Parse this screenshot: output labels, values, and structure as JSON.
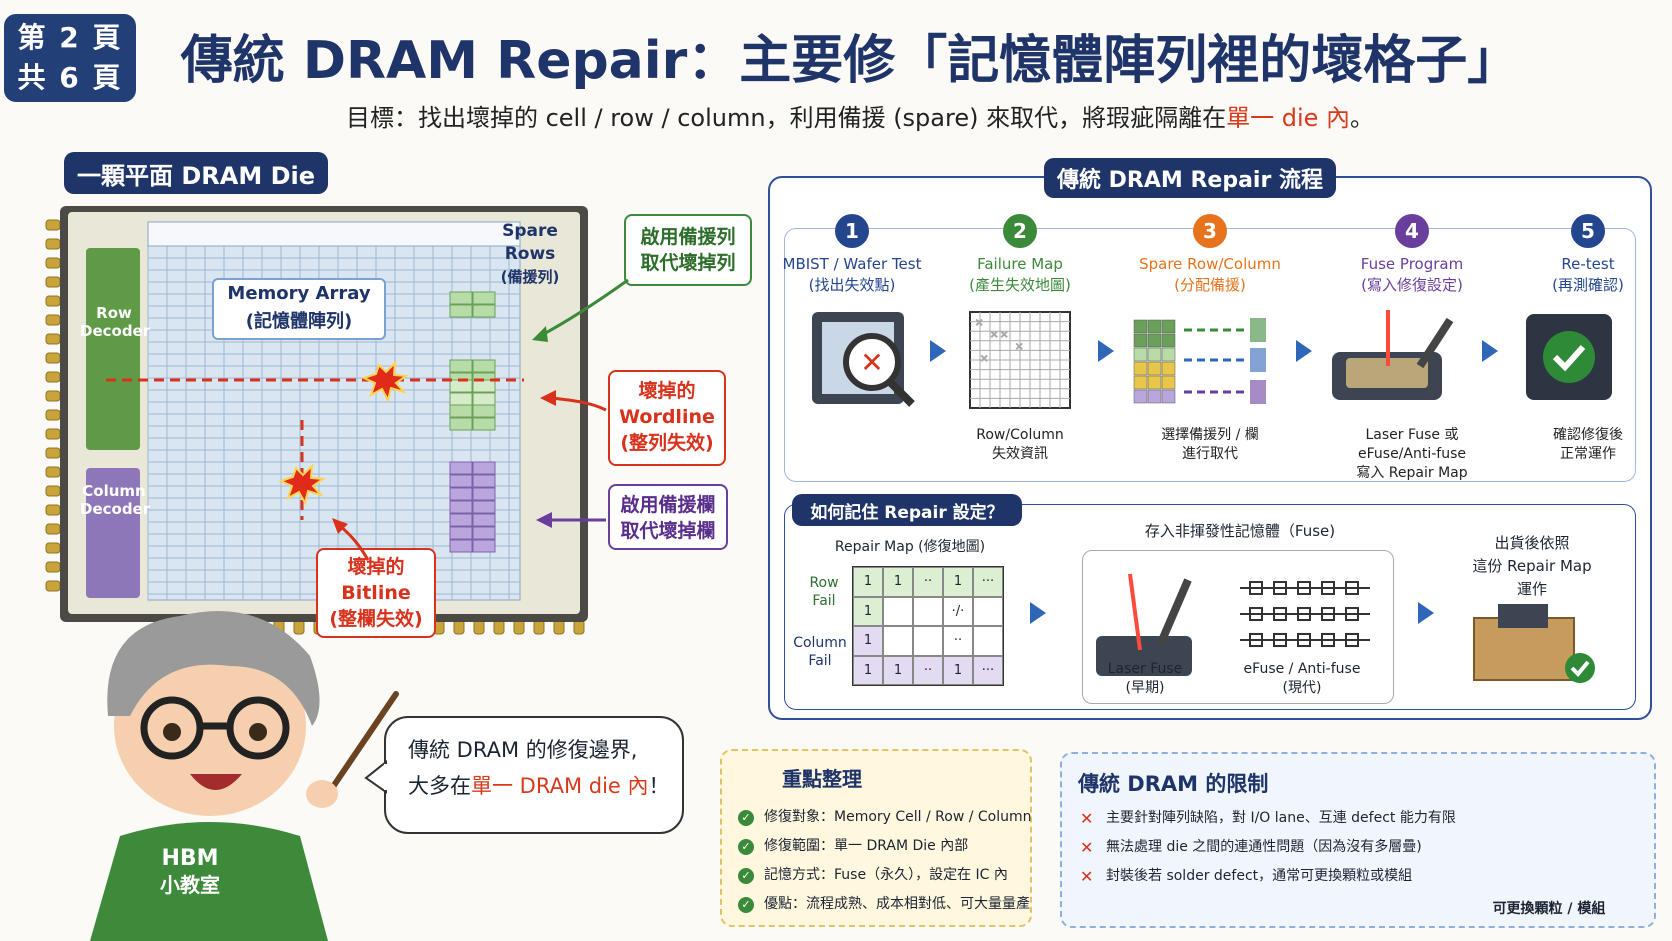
{
  "page_badge": {
    "line1": "第 2 頁",
    "line2": "共 6 頁"
  },
  "title": "傳統 DRAM Repair：主要修「記憶體陣列裡的壞格子」",
  "subtitle": {
    "prefix": "目標：找出壞掉的 cell / row / column，利用備援 (spare) 來取代，將瑕疵隔離在",
    "highlight": "單一 die 內",
    "suffix": "。"
  },
  "die": {
    "heading": "一顆平面 DRAM Die",
    "row_decoder": "Row Decoder",
    "column_decoder": "Column Decoder",
    "memory_array": {
      "line1": "Memory Array",
      "line2": "(記憶體陣列)"
    },
    "spare_rows": {
      "line1": "Spare",
      "line2": "Rows",
      "line3": "(備援列)"
    },
    "callouts": {
      "spare_row": {
        "line1": "啟用備援列",
        "line2": "取代壞掉列"
      },
      "bad_wordline": {
        "line1": "壞掉的",
        "line2": "Wordline",
        "line3": "(整列失效)"
      },
      "spare_column": {
        "line1": "啟用備援欄",
        "line2": "取代壞掉欄"
      },
      "bad_bitline": {
        "line1": "壞掉的",
        "line2": "Bitline",
        "line3": "(整欄失效)"
      }
    }
  },
  "mascot": {
    "shirt_line1": "HBM",
    "shirt_line2": "小教室"
  },
  "bubble": {
    "line1": "傳統 DRAM 的修復邊界,",
    "line2_prefix": "大多在",
    "line2_highlight": "單一 DRAM die 內",
    "line2_suffix": "！"
  },
  "flow": {
    "heading": "傳統 DRAM Repair 流程",
    "steps": [
      {
        "num": "1",
        "color": "#24468f",
        "title1": "MBIST / Wafer Test",
        "title2": "(找出失效點)",
        "cap1": "",
        "cap2": "",
        "cap3": ""
      },
      {
        "num": "2",
        "color": "#3b8a3a",
        "title1": "Failure Map",
        "title2": "(產生失效地圖)",
        "cap1": "Row/Column",
        "cap2": "失效資訊",
        "cap3": ""
      },
      {
        "num": "3",
        "color": "#e7731c",
        "title1": "Spare Row/Column",
        "title2": "(分配備援)",
        "cap1": "選擇備援列 / 欄",
        "cap2": "進行取代",
        "cap3": ""
      },
      {
        "num": "4",
        "color": "#6a3e9c",
        "title1": "Fuse Program",
        "title2": "(寫入修復設定)",
        "cap1": "Laser Fuse 或",
        "cap2": "eFuse/Anti-fuse",
        "cap3": "寫入 Repair Map"
      },
      {
        "num": "5",
        "color": "#24468f",
        "title1": "Re-test",
        "title2": "(再測確認)",
        "cap1": "確認修復後",
        "cap2": "正常運作",
        "cap3": ""
      }
    ]
  },
  "memory": {
    "heading": "如何記住 Repair 設定？",
    "repair_map_title": "Repair Map (修復地圖)",
    "row_fail": {
      "line1": "Row",
      "line2": "Fail"
    },
    "column_fail": {
      "line1": "Column",
      "line2": "Fail"
    },
    "grid": [
      [
        "1",
        "1",
        "··",
        "1",
        "···"
      ],
      [
        "1",
        "",
        "",
        "·/·",
        ""
      ],
      [
        "1",
        "",
        "",
        "··",
        ""
      ],
      [
        "1",
        "1",
        "··",
        "1",
        "···"
      ]
    ],
    "nvm_title": "存入非揮發性記憶體（Fuse)",
    "laser_fuse": {
      "line1": "Laser Fuse",
      "line2": "(早期)"
    },
    "efuse": {
      "line1": "eFuse / Anti-fuse",
      "line2": "(現代)"
    },
    "ship": {
      "line1": "出貨後依照",
      "line2": "這份 Repair Map",
      "line3": "運作"
    }
  },
  "key_points": {
    "heading": "重點整理",
    "items": [
      "修復對象：Memory Cell / Row / Column",
      "修復範圍：單一 DRAM Die 內部",
      "記憶方式：Fuse（永久），設定在 IC 內",
      "優點：流程成熟、成本相對低、可大量量產"
    ]
  },
  "limits": {
    "heading": "傳統 DRAM 的限制",
    "items": [
      "主要針對陣列缺陷，對 I/O lane、互連 defect 能力有限",
      "無法處理 die 之間的連通性問題（因為沒有多層疊)",
      "封裝後若 solder defect，通常可更換顆粒或模組"
    ],
    "module_caption": "可更換顆粒 / 模組"
  }
}
